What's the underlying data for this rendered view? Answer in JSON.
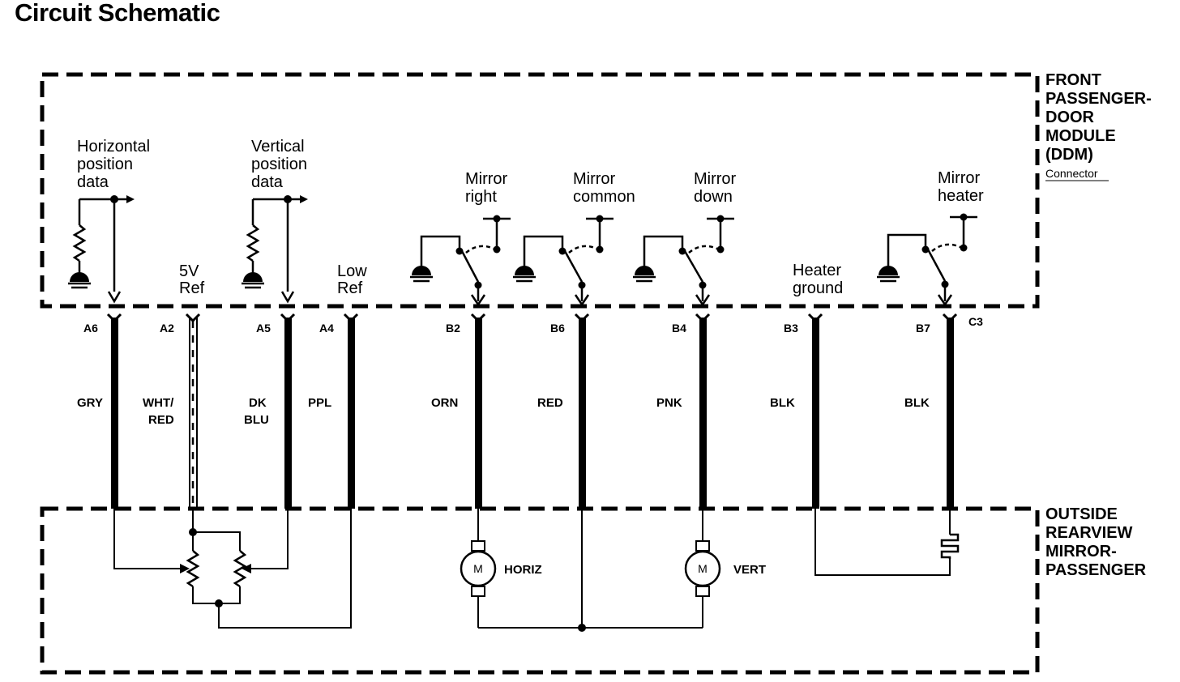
{
  "title": "Circuit Schematic",
  "modules": {
    "ddm": [
      "FRONT",
      "PASSENGER-",
      "DOOR",
      "MODULE",
      "(DDM)"
    ],
    "connector_label": "Connector",
    "mirror": [
      "OUTSIDE",
      "REARVIEW",
      "MIRROR-",
      "PASSENGER"
    ]
  },
  "signals": {
    "horizontal_position": [
      "Horizontal",
      "position",
      "data"
    ],
    "vertical_position": [
      "Vertical",
      "position",
      "data"
    ],
    "ref_5v": [
      "5V",
      "Ref"
    ],
    "low_ref": [
      "Low",
      "Ref"
    ],
    "mirror_right": [
      "Mirror",
      "right"
    ],
    "mirror_common": [
      "Mirror",
      "common"
    ],
    "mirror_down": [
      "Mirror",
      "down"
    ],
    "heater_ground": [
      "Heater",
      "ground"
    ],
    "mirror_heater": [
      "Mirror",
      "heater"
    ]
  },
  "pins": [
    "A6",
    "A2",
    "A5",
    "A4",
    "B2",
    "B6",
    "B4",
    "B3",
    "B7",
    "C3"
  ],
  "wires": [
    [
      "GRY"
    ],
    [
      "WHT/",
      "RED"
    ],
    [
      "DK",
      "BLU"
    ],
    [
      "PPL"
    ],
    [
      "ORN"
    ],
    [
      "RED"
    ],
    [
      "PNK"
    ],
    [
      "BLK"
    ],
    [
      "BLK"
    ]
  ],
  "motors": {
    "symbol": "M",
    "horizontal": "HORIZ",
    "vertical": "VERT"
  }
}
